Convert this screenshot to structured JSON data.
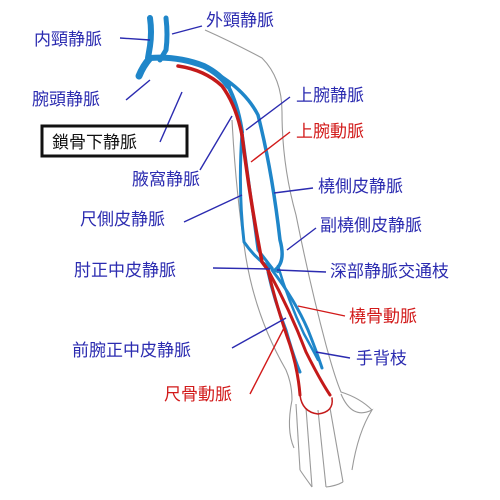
{
  "colors": {
    "vein": "#1f86c9",
    "artery": "#c41a1a",
    "vein_label": "#2b2bb0",
    "artery_label": "#d21a1a"
  },
  "labels": {
    "internal_jugular": "内頸静脈",
    "external_jugular": "外頸静脈",
    "brachiocephalic": "腕頭静脈",
    "subclavian": "鎖骨下静脈",
    "axillary": "腋窩静脈",
    "basilic": "尺側皮静脈",
    "median_cubital": "肘正中皮静脈",
    "median_antebrachial": "前腕正中皮静脈",
    "ulnar_artery": "尺骨動脈",
    "brachial_vein": "上腕静脈",
    "brachial_artery": "上腕動脈",
    "cephalic": "橈側皮静脈",
    "accessory_cephalic": "副橈側皮静脈",
    "deep_communicating": "深部静脈交通枝",
    "radial_artery": "橈骨動脈",
    "dorsal_hand": "手背枝"
  },
  "highlighted": "subclavian"
}
